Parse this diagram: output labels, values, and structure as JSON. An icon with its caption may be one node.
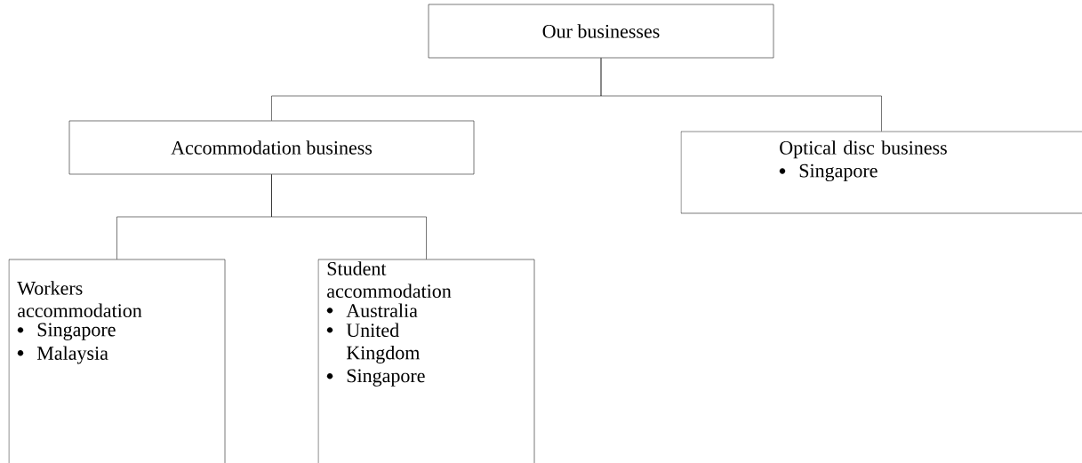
{
  "diagram": {
    "nodes": [
      {
        "text": [
          "Our businesses"
        ]
      },
      {
        "text": [
          "Accommodation business"
        ]
      },
      {
        "text": [
          "Optical disc business",
          "Singapore"
        ]
      },
      {
        "text": [
          "Workers accommodation",
          "Singapore",
          "Malaysia"
        ]
      },
      {
        "text": [
          "Student accommodation",
          "Australia",
          "United Kingdom",
          "Singapore"
        ]
      }
    ],
    "edges": [
      {
        "from": 0,
        "to": 1,
        "arrow": "none"
      },
      {
        "from": 0,
        "to": 2,
        "arrow": "none"
      },
      {
        "from": 1,
        "to": 3,
        "arrow": "none"
      },
      {
        "from": 1,
        "to": 4,
        "arrow": "none"
      }
    ]
  }
}
